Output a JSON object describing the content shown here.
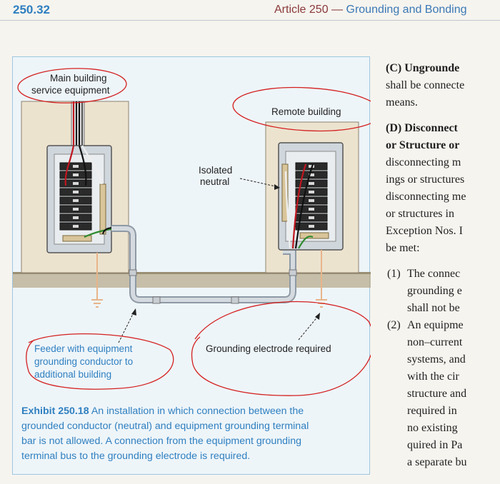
{
  "header": {
    "section_number": "250.32",
    "article": "Article 250",
    "dash": "—",
    "title": "Grounding and Bonding"
  },
  "figure": {
    "labels": {
      "main_building_line1": "Main building",
      "main_building_line2": "service equipment",
      "remote_building": "Remote building",
      "isolated_line1": "Isolated",
      "isolated_line2": "neutral",
      "feeder_line1": "Feeder with equipment",
      "feeder_line2": "grounding conductor to",
      "feeder_line3": "additional building",
      "electrode": "Grounding electrode required"
    },
    "caption": {
      "label": "Exhibit 250.18",
      "line1": "An installation in which connection between the",
      "line2": "grounded conductor (neutral) and equipment grounding terminal",
      "line3": "bar is not allowed. A connection from the equipment grounding",
      "line4": "terminal bus to the grounding electrode is required."
    }
  },
  "right_column": {
    "lines": [
      "(C) Ungrounde",
      "shall be connecte",
      "means.",
      "(D) Disconnect",
      "or Structure or",
      "disconnecting m",
      "ings or structures",
      "disconnecting me",
      "or structures in",
      "Exception Nos. I",
      "be met:",
      "The connec",
      "grounding e",
      "shall not be",
      "An equipme",
      "non–current",
      "systems, and",
      "with the cir",
      "structure and",
      "required in",
      "no existing",
      "quired in Pa",
      "a separate bu"
    ],
    "list_numbers": [
      "(1)",
      "(2)"
    ]
  },
  "colors": {
    "accent_blue": "#2f7fc0",
    "header_maroon": "#8a3a3a",
    "annotation_red": "#d42020",
    "building_wall": "#ece3cf",
    "ground": "#b8ab8c"
  }
}
